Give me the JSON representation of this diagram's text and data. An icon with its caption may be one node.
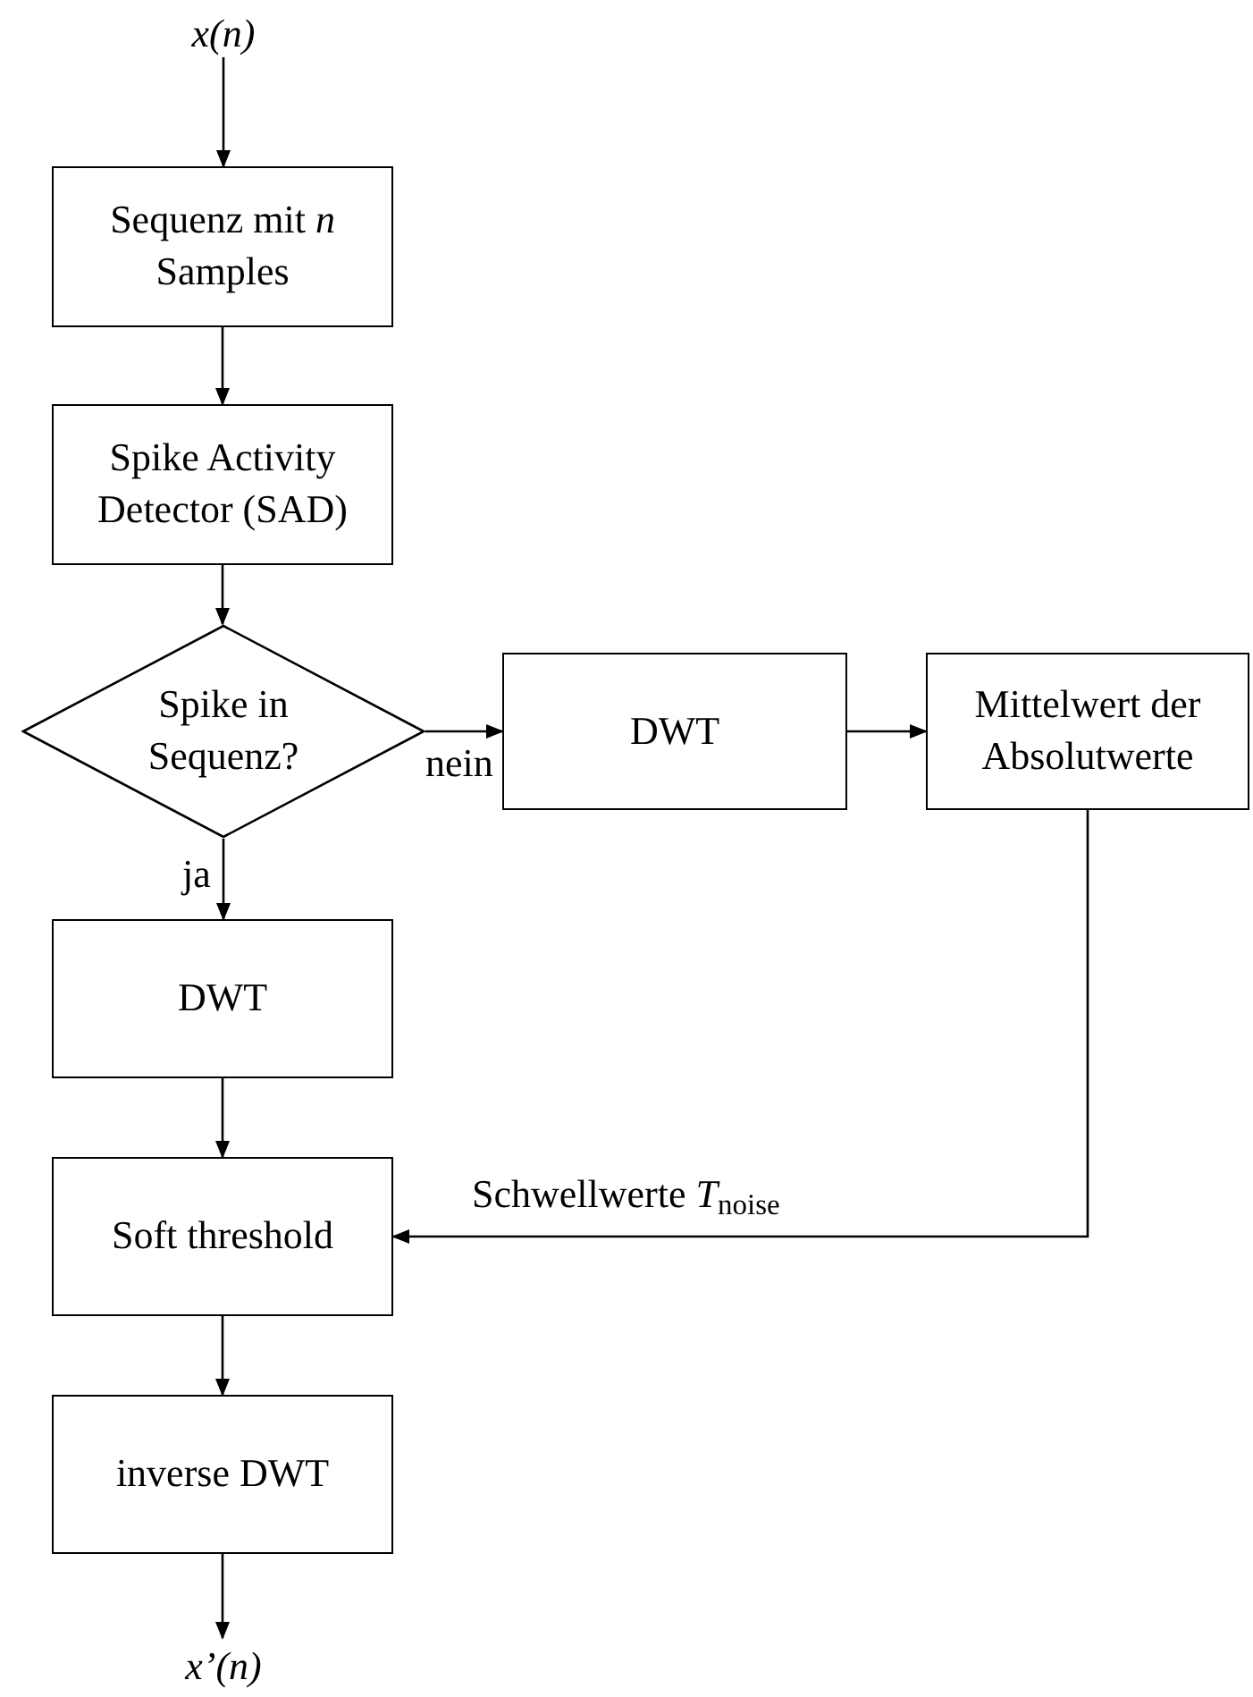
{
  "diagram": {
    "nodes": [
      {
        "text": [
          "x(n)"
        ]
      },
      {
        "text": [
          "Sequenz mit *n* Samples"
        ]
      },
      {
        "text": [
          "Spike Activity Detector (SAD)"
        ]
      },
      {
        "text": [
          "Spike in Sequenz?"
        ]
      },
      {
        "text": [
          "DWT"
        ]
      },
      {
        "text": [
          "Mittelwert der Absolutwerte"
        ]
      },
      {
        "text": [
          "DWT"
        ]
      },
      {
        "text": [
          "Soft threshold"
        ]
      },
      {
        "text": [
          "inverse DWT"
        ]
      },
      {
        "text": [
          "x’(n)"
        ]
      }
    ],
    "edges": [
      {
        "from": 0,
        "to": 1,
        "arrow": "to"
      },
      {
        "from": 1,
        "to": 2,
        "arrow": "to"
      },
      {
        "from": 2,
        "to": 3,
        "arrow": "to"
      },
      {
        "from": 3,
        "to": 4,
        "arrow": "to",
        "label": "nein"
      },
      {
        "from": 4,
        "to": 5,
        "arrow": "to"
      },
      {
        "from": 5,
        "to": 7,
        "arrow": "to",
        "label": "Schwellwerte *T*$_{noise}$"
      },
      {
        "from": 3,
        "to": 6,
        "arrow": "to",
        "label": "ja"
      },
      {
        "from": 6,
        "to": 7,
        "arrow": "to"
      },
      {
        "from": 7,
        "to": 8,
        "arrow": "to"
      },
      {
        "from": 8,
        "to": 9,
        "arrow": "to"
      }
    ]
  }
}
